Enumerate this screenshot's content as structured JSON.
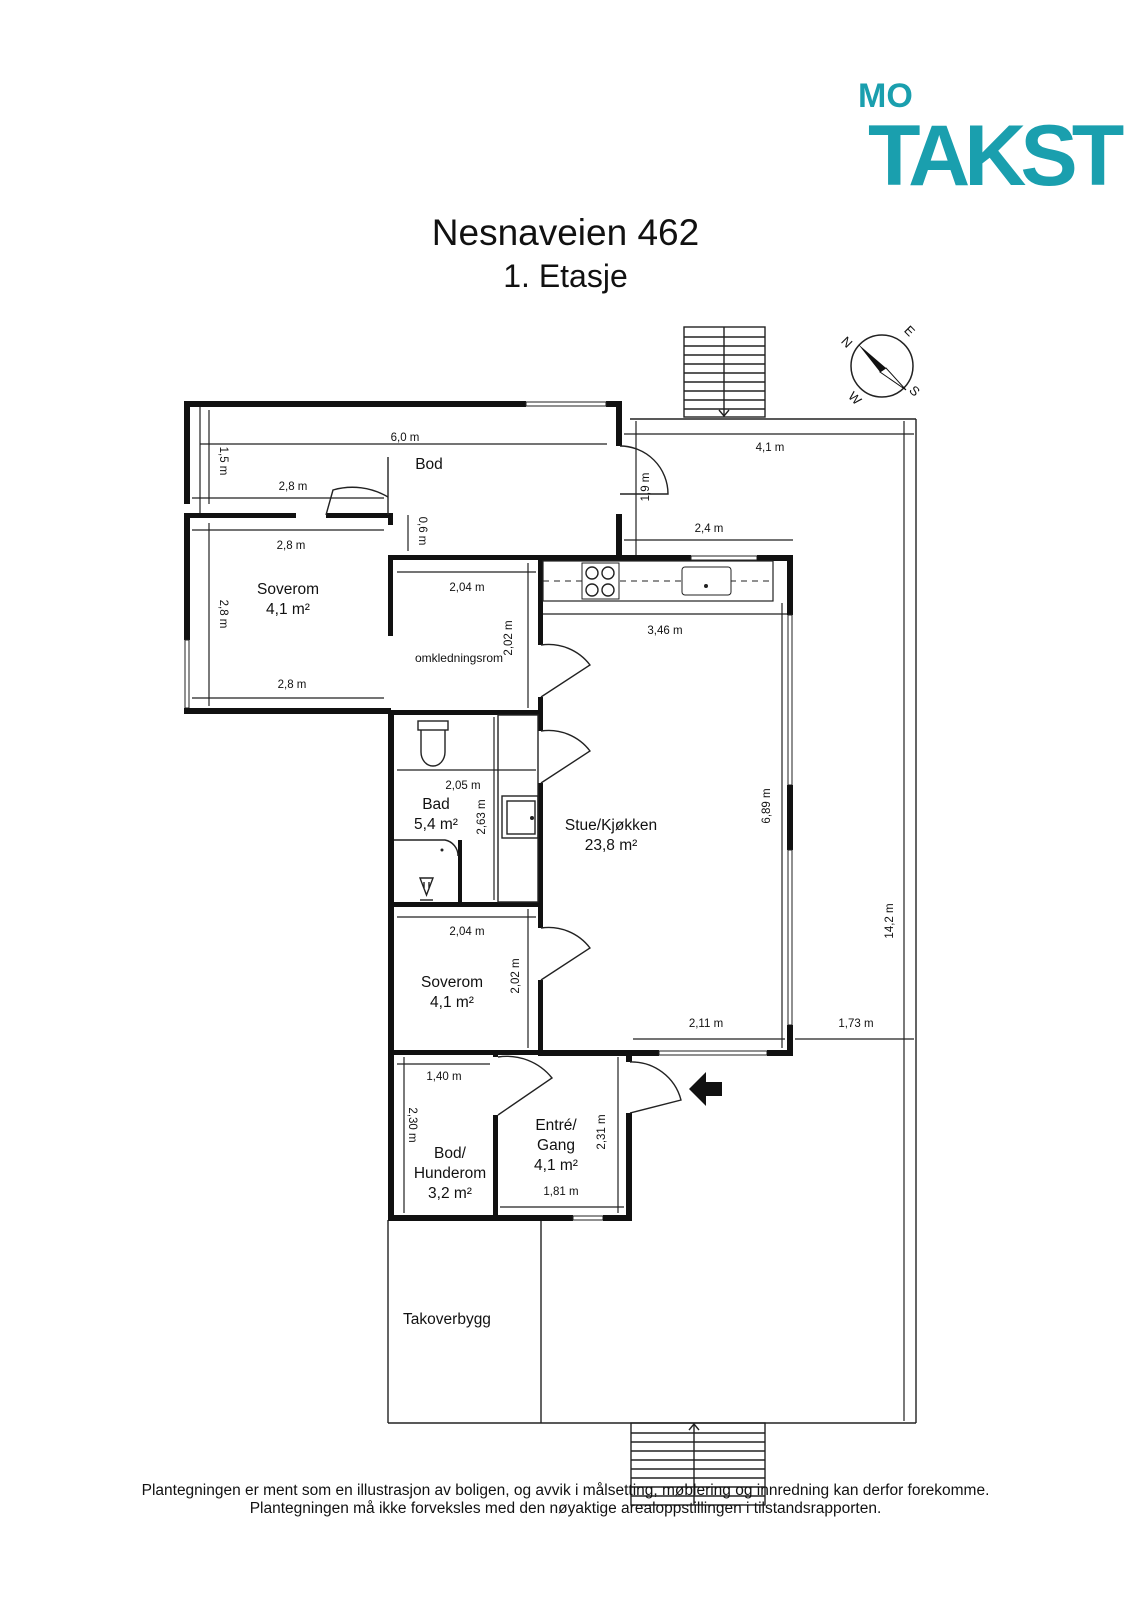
{
  "logo": {
    "text_mo": "MO",
    "text_takst": "TAKST",
    "color": "#1a9fae"
  },
  "title": "Nesnaveien 462",
  "subtitle": "1. Etasje",
  "compass": {
    "n": "N",
    "e": "E",
    "s": "S",
    "w": "W"
  },
  "rooms": {
    "bod": {
      "name": "Bod"
    },
    "soverom1": {
      "name": "Soverom",
      "area": "4,1 m²"
    },
    "omkledningsrom": {
      "name": "omkledningsrom"
    },
    "bad": {
      "name": "Bad",
      "area": "5,4 m²"
    },
    "stue": {
      "name": "Stue/Kjøkken",
      "area": "23,8 m²"
    },
    "soverom2": {
      "name": "Soverom",
      "area": "4,1 m²"
    },
    "hunderom": {
      "name_line1": "Bod/",
      "name_line2": "Hunderom",
      "area": "3,2 m²"
    },
    "entre": {
      "name_line1": "Entré/",
      "name_line2": "Gang",
      "area": "4,1 m²"
    },
    "takoverbygg": {
      "name": "Takoverbygg"
    }
  },
  "dimensions": {
    "bod_width": "6,0 m",
    "bod_height": "1,5 m",
    "bod_inner_width": "2,8 m",
    "bod_step": "0,6 m",
    "soverom1_top": "2,8 m",
    "soverom1_height": "2,8 m",
    "soverom1_bottom": "2,8 m",
    "omkl_width": "2,04 m",
    "omkl_height": "2,02 m",
    "terrace_top": "4,1 m",
    "terrace_step_h": "1,9 m",
    "terrace_step_w": "2,4 m",
    "kitchen_width": "3,46 m",
    "stue_height": "6,89 m",
    "total_height": "14,2 m",
    "bad_width": "2,05 m",
    "bad_height": "2,63 m",
    "soverom2_width": "2,04 m",
    "soverom2_height": "2,02 m",
    "stue_bottom": "2,11 m",
    "terrace_side": "1,73 m",
    "hunderom_width": "1,40 m",
    "hunderom_height": "2,30 m",
    "entre_height": "2,31 m",
    "entre_width": "1,81 m"
  },
  "footer": {
    "line1": "Plantegningen er ment som en illustrasjon av boligen, og avvik i målsetting, møblering og innredning kan derfor forekomme.",
    "line2": "Plantegningen må ikke forveksles med den nøyaktige arealoppstillingen i tilstandsrapporten."
  }
}
